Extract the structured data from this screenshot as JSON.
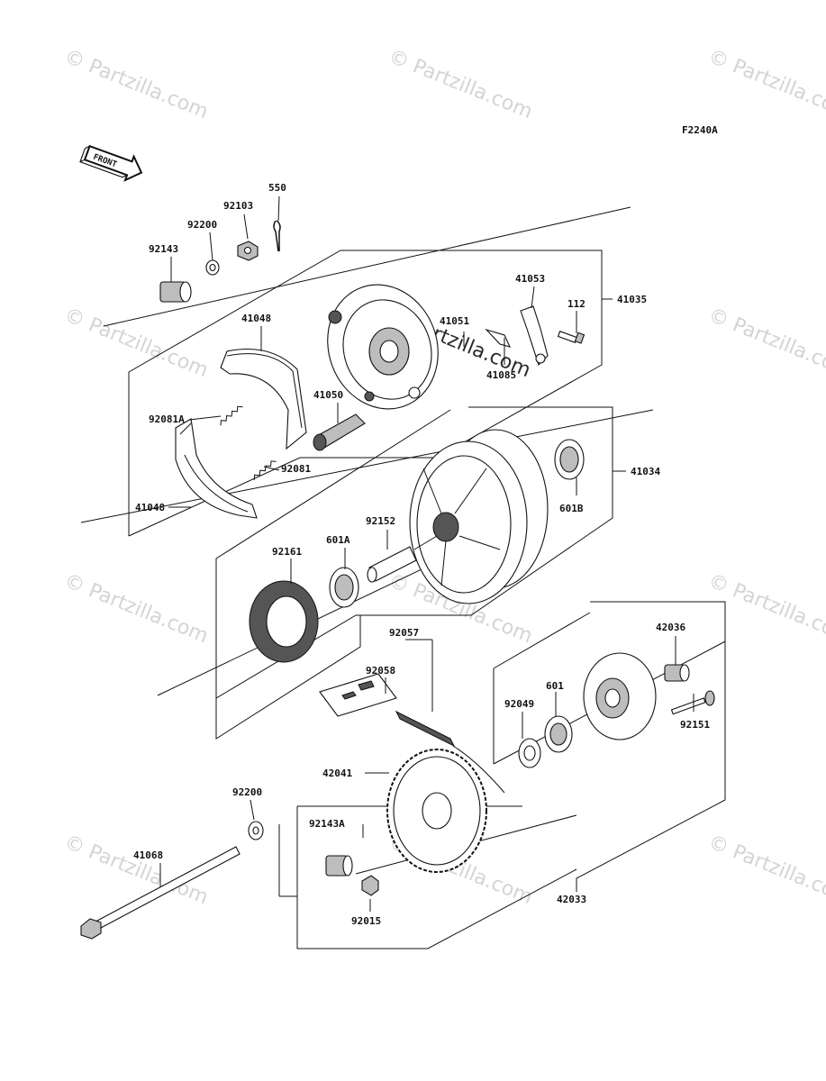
{
  "diagram_code": "F2240A",
  "front_marker": "FRONT",
  "watermark": "© Partzilla.com",
  "labels": {
    "p550": "550",
    "p92103": "92103",
    "p92200_top": "92200",
    "p92143": "92143",
    "p41048_top": "41048",
    "p92081A": "92081A",
    "p41050": "41050",
    "p92081": "92081",
    "p41048_bottom": "41048",
    "p41051": "41051",
    "p41053": "41053",
    "p112": "112",
    "p41035": "41035",
    "p41085": "41085",
    "p41034": "41034",
    "p601B": "601B",
    "p92152": "92152",
    "p601A": "601A",
    "p92161": "92161",
    "p92057": "92057",
    "p92058": "92058",
    "p42036": "42036",
    "p601": "601",
    "p92049": "92049",
    "p92151": "92151",
    "p42041": "42041",
    "p92200_bottom": "92200",
    "p92143A": "92143A",
    "p41068": "41068",
    "p92015": "92015",
    "p42033": "42033"
  }
}
